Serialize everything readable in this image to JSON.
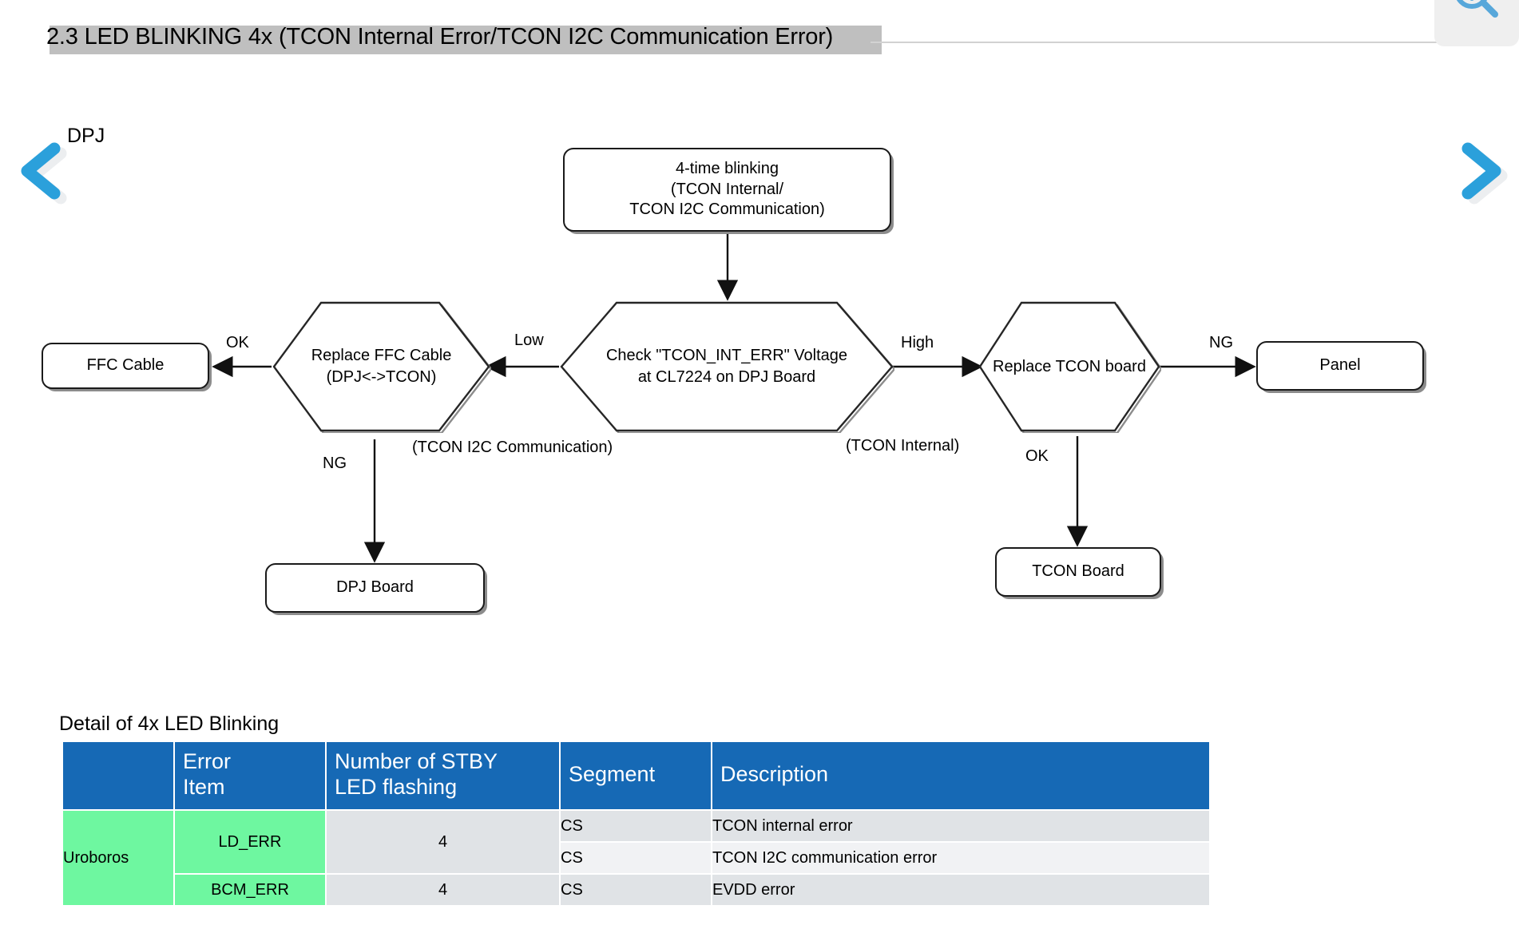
{
  "header": {
    "title": "2.3 LED BLINKING 4x (TCON Internal Error/TCON I2C Communication Error)",
    "zoom_icon": "zoom-in-magnifier-icon",
    "prev_label": "previous-page-chevron",
    "next_label": "next-page-chevron"
  },
  "diagram": {
    "group_label": "DPJ",
    "nodes": {
      "start": "4-time blinking\n(TCON Internal/\nTCON I2C Communication)",
      "start_line1": "4-time blinking",
      "start_line2": "(TCON Internal/",
      "start_line3": "TCON I2C Communication)",
      "check_line1": "Check \"TCON_INT_ERR\" Voltage",
      "check_line2": "at CL7224 on DPJ Board",
      "replace_ffc_line1": "Replace FFC Cable",
      "replace_ffc_line2": "(DPJ<->TCON)",
      "replace_tcon": "Replace TCON board",
      "ffc_cable": "FFC Cable",
      "dpj_board": "DPJ Board",
      "tcon_board": "TCON Board",
      "panel": "Panel"
    },
    "edge_labels": {
      "low": "Low",
      "high": "High",
      "ok_left": "OK",
      "ng_left": "NG",
      "ok_right": "OK",
      "ng_right": "NG",
      "note_i2c": "(TCON I2C Communication)",
      "note_internal": "(TCON Internal)"
    }
  },
  "table": {
    "caption": "Detail of 4x LED Blinking",
    "header_accent": "#1669b5",
    "row_accent_green": "#6ef7a0",
    "row_accent_grey": "#e0e3e6",
    "columns": [
      "",
      "Error\nItem",
      "Number of STBY\nLED flashing",
      "Segment",
      "Description"
    ],
    "col0": "",
    "col1_l1": "Error",
    "col1_l2": "Item",
    "col2_l1": "Number of STBY",
    "col2_l2": "LED flashing",
    "col3": "Segment",
    "col4": "Description",
    "group_name": "Uroboros",
    "rows": [
      {
        "error_item": "LD_ERR",
        "flashes": "4",
        "segment": "CS",
        "description": "TCON internal error"
      },
      {
        "error_item": "",
        "flashes": "",
        "segment": "CS",
        "description": "TCON I2C communication error"
      },
      {
        "error_item": "BCM_ERR",
        "flashes": "4",
        "segment": "CS",
        "description": "EVDD error"
      }
    ]
  }
}
